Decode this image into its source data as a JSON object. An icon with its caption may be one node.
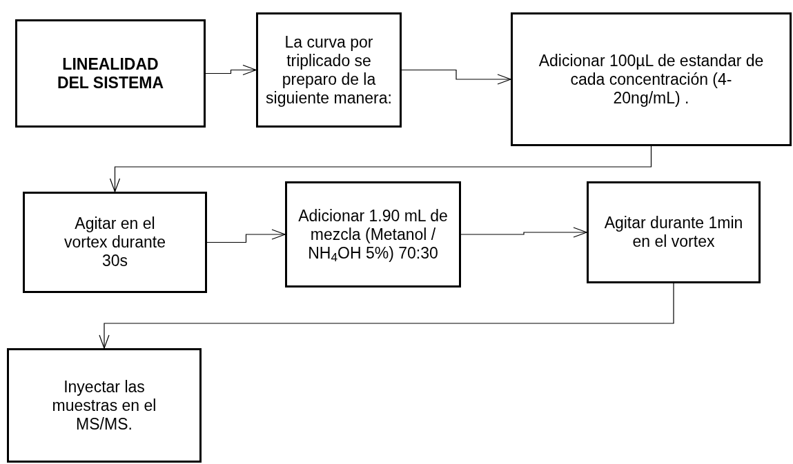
{
  "diagram": {
    "nodes": [
      {
        "text": [
          "LINEALIDAD DEL SISTEMA"
        ]
      },
      {
        "text": [
          "La curva por triplicado se preparo de la siguiente manera:"
        ]
      },
      {
        "text": [
          "Adicionar 100µL de estandar de cada concentración (4-20ng/mL) ."
        ]
      },
      {
        "text": [
          "Agitar en el vortex durante 30s"
        ]
      },
      {
        "text": [
          "Adicionar 1.90 mL de mezcla (Metanol / NH$_{4}$OH 5%) 70:30"
        ]
      },
      {
        "text": [
          "Agitar durante 1min en el vortex"
        ]
      },
      {
        "text": [
          "Inyectar las muestras en el MS/MS."
        ]
      }
    ],
    "edges": [
      {
        "from": 0,
        "to": 1,
        "arrow": "to"
      },
      {
        "from": 1,
        "to": 2,
        "arrow": "to"
      },
      {
        "from": 2,
        "to": 3,
        "arrow": "to"
      },
      {
        "from": 3,
        "to": 4,
        "arrow": "to"
      },
      {
        "from": 4,
        "to": 5,
        "arrow": "to"
      },
      {
        "from": 5,
        "to": 6,
        "arrow": "to"
      }
    ]
  }
}
